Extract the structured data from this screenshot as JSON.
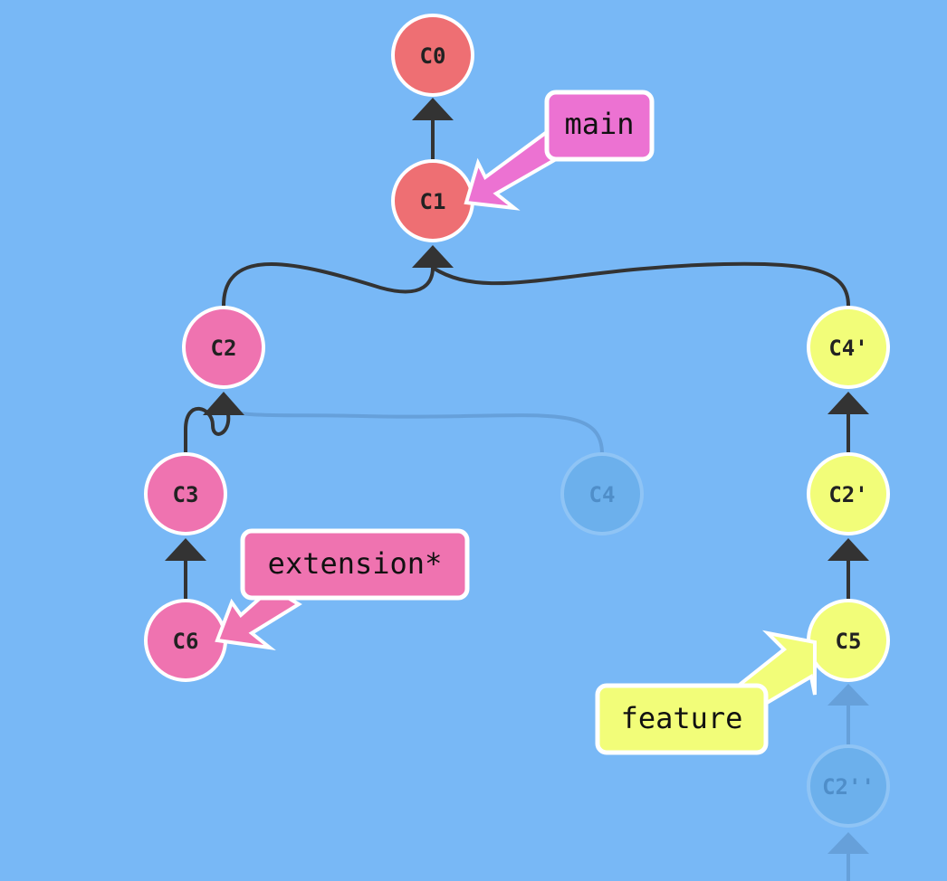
{
  "colors": {
    "background": "#78b8f6",
    "main_commit": "#ee6f73",
    "pink_commit": "#ef73b0",
    "yellow_commit": "#f2fd79",
    "ghost_commit": "#6cb0ec",
    "main_branch": "#ec72d2",
    "extension_branch": "#ef73b0",
    "feature_branch": "#f2fd79"
  },
  "commits": {
    "c0": "C0",
    "c1": "C1",
    "c2": "C2",
    "c3": "C3",
    "c4": "C4",
    "c6": "C6",
    "c4p": "C4'",
    "c2p": "C2'",
    "c5": "C5",
    "c2pp": "C2''"
  },
  "branches": {
    "main": "main",
    "extension": "extension*",
    "feature": "feature"
  }
}
